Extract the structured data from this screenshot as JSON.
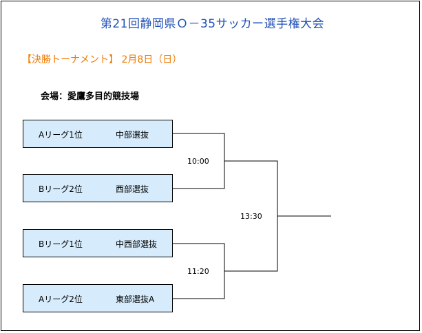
{
  "title": "第21回静岡県Ｏ－35サッカー選手権大会",
  "round_label": "【決勝トーナメント】 2月8日（日）",
  "venue": "会場：愛鷹多目的競技場",
  "colors": {
    "title": "#1f4fb5",
    "round_label": "#f07a00",
    "box_fill": "#d6ebfb",
    "line": "#000000"
  },
  "matches": [
    {
      "time": "10:00",
      "teams": [
        {
          "slot": "Aリーグ1位",
          "team": "中部選抜"
        },
        {
          "slot": "Bリーグ2位",
          "team": "西部選抜"
        }
      ]
    },
    {
      "time": "11:20",
      "teams": [
        {
          "slot": "Bリーグ1位",
          "team": "中西部選抜"
        },
        {
          "slot": "Aリーグ2位",
          "team": "東部選抜A"
        }
      ]
    }
  ],
  "final": {
    "time": "13:30"
  }
}
